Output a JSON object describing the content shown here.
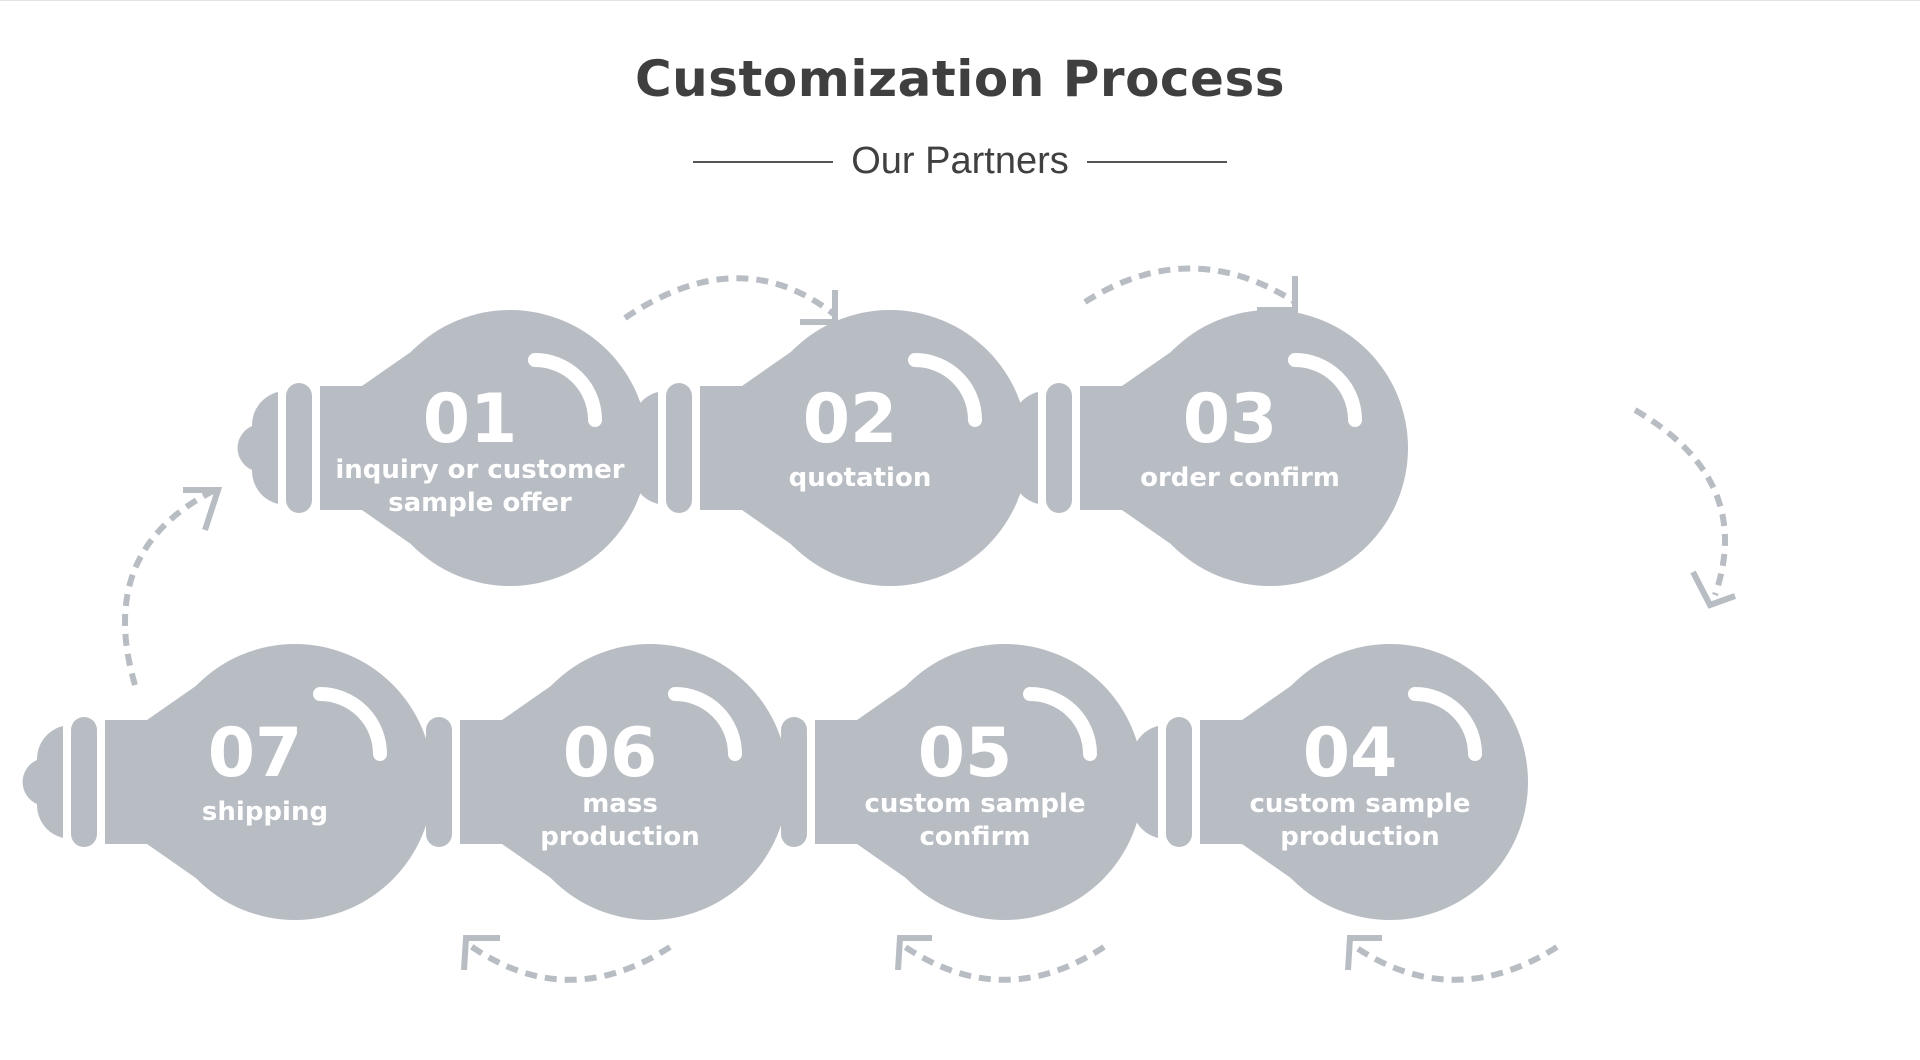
{
  "header": {
    "title": "Customization Process",
    "subtitle": "Our Partners"
  },
  "colors": {
    "bulb": "#b8bcc3",
    "arrow": "#b8bcc3",
    "text_on_bulb": "#ffffff",
    "title": "#3f3f3f"
  },
  "steps": [
    {
      "number": "01",
      "label_lines": [
        "inquiry or customer",
        "sample offer"
      ]
    },
    {
      "number": "02",
      "label_lines": [
        "quotation"
      ]
    },
    {
      "number": "03",
      "label_lines": [
        "order confirm"
      ]
    },
    {
      "number": "04",
      "label_lines": [
        "custom sample",
        "production"
      ]
    },
    {
      "number": "05",
      "label_lines": [
        "custom sample",
        "confirm"
      ]
    },
    {
      "number": "06",
      "label_lines": [
        "mass",
        "production"
      ]
    },
    {
      "number": "07",
      "label_lines": [
        "shipping"
      ]
    }
  ]
}
